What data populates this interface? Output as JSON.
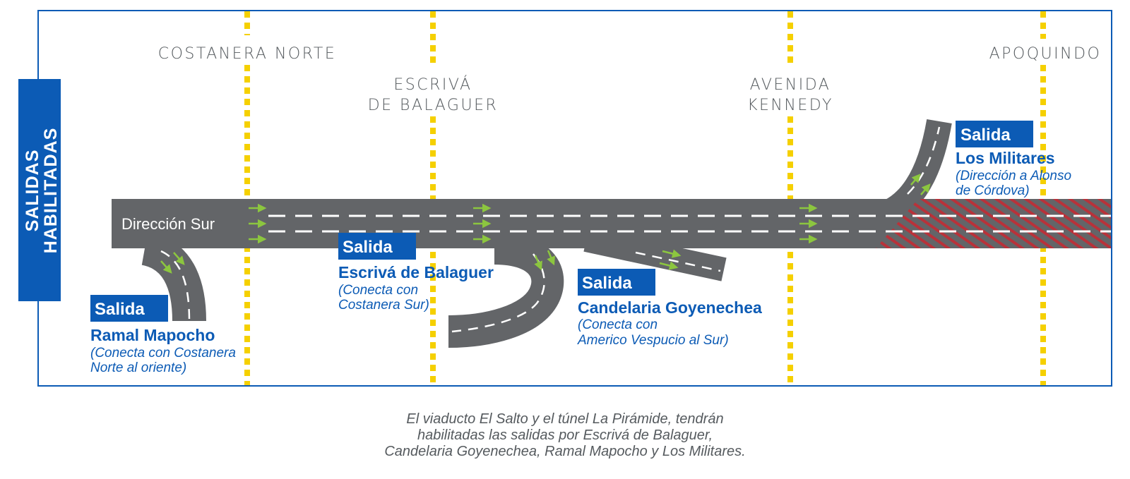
{
  "side_title": {
    "line1": "SALIDAS",
    "line2": "HABILITADAS"
  },
  "streets": {
    "costanera_norte": "COSTANERA NORTE",
    "escriva_line1": "ESCRIVÁ",
    "escriva_line2": "DE BALAGUER",
    "kennedy_line1": "AVENIDA",
    "kennedy_line2": "KENNEDY",
    "apoquindo": "APOQUINDO"
  },
  "road_label": "Dirección Sur",
  "exits": {
    "ramal_mapocho": {
      "tag": "Salida",
      "name": "Ramal Mapocho",
      "note1": "(Conecta con Costanera",
      "note2": "Norte al oriente)"
    },
    "escriva": {
      "tag": "Salida",
      "name": "Escrivá de Balaguer",
      "note1": "(Conecta con",
      "note2": "Costanera Sur)"
    },
    "candelaria": {
      "tag": "Salida",
      "name": "Candelaria Goyenechea",
      "note1": "(Conecta con",
      "note2": "Americo Vespucio al Sur)"
    },
    "militares": {
      "tag": "Salida",
      "name": "Los Militares",
      "note1": "(Dirección a Alonso",
      "note2": "de Córdova)"
    }
  },
  "caption": {
    "line1": "El viaducto El Salto y el túnel La Pirámide, tendrán",
    "line2": "habilitadas las salidas por Escrivá de Balaguer,",
    "line3": "Candelaria Goyenechea, Ramal Mapocho y Los Militares."
  },
  "colors": {
    "brand_blue": "#0c5bb5",
    "road_gray": "#636568",
    "lane_yellow": "#f5d000",
    "arrow_green": "#8cc63f",
    "closed_red": "#c0392b"
  }
}
